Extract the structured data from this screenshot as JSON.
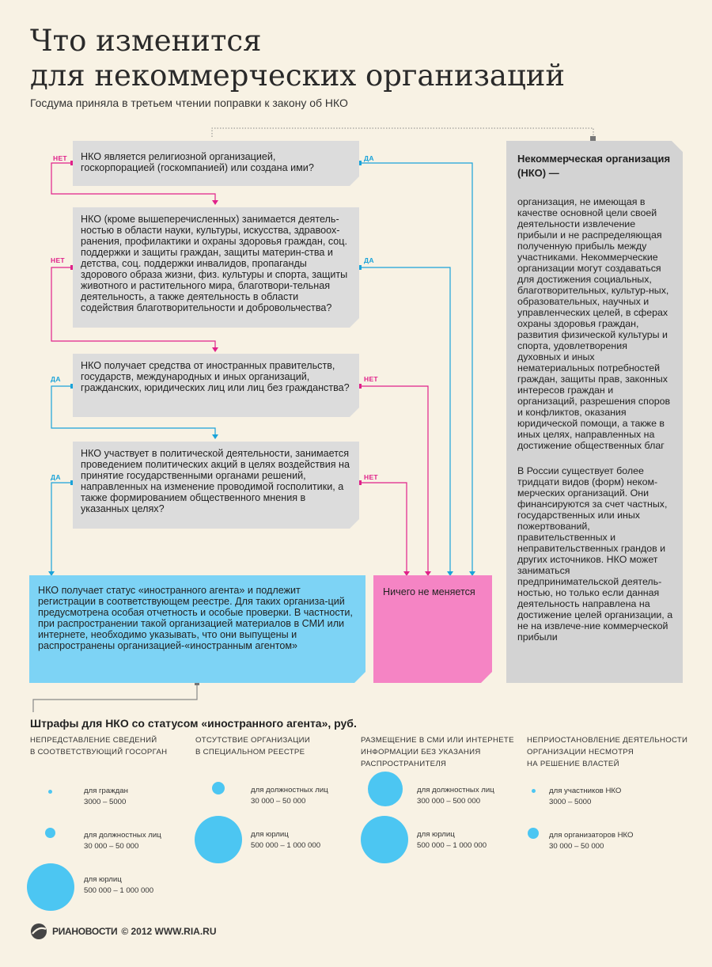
{
  "header": {
    "title_line1": "Что изменится",
    "title_line2": "для некоммерческих организаций",
    "subtitle": "Госдума приняла в третьем чтении поправки к закону об НКО"
  },
  "flow": {
    "questions": [
      {
        "text": "НКО является религиозной организацией, госкорпорацией (госкомпанией) или создана ими?",
        "left_label": "НЕТ",
        "right_label": "ДА"
      },
      {
        "text": "НКО (кроме вышеперечисленных) занимается деятель-ностью в области науки, культуры, искусства, здравоох-ранения, профилактики и охраны здоровья граждан, соц. поддержки и защиты граждан, защиты материн-ства и детства, соц. поддержки инвалидов, пропаганды здорового образа жизни, физ. культуры и спорта, защиты животного и растительного мира, благотвори-тельная деятельность, а также деятельность в области содействия благотворительности и добровольчества?",
        "left_label": "НЕТ",
        "right_label": "ДА"
      },
      {
        "text": "НКО получает средства от иностранных правительств, государств, международных и иных организаций, гражданских, юридических лиц или лиц без гражданства?",
        "left_label": "ДА",
        "right_label": "НЕТ"
      },
      {
        "text": "НКО участвует в политической деятельности, занимается проведением политических акций в целях воздействия на принятие государственными органами решений, направленных на изменение проводимой госполитики, а также формированием общественного мнения в указанных целях?",
        "left_label": "ДА",
        "right_label": "НЕТ"
      }
    ],
    "agent_result": "НКО получает статус  «иностранного агента» и подлежит регистрации в соответствующем реестре. Для таких организа-ций предусмотрена особая отчетность и особые проверки. В частности, при распространении такой организацией материалов в СМИ или интернете, необходимо указывать, что они выпущены и распространены организацией-«иностранным агентом»",
    "nothing_result": "Ничего не меняется"
  },
  "sidebar": {
    "heading": "Некоммерческая организация (НКО) —",
    "definition": "организация, не имеющая в качестве основной цели своей деятельности извлечение прибыли и не распределяющая полученную прибыль между участниками. Некоммерческие организации могут создаваться для достижения социальных, благотворительных, культур-ных, образовательных, научных и управленческих целей, в сферах охраны здоровья граждан, развития физической культуры и спорта, удовлетворения духовных и иных нематериальных потребностей граждан, защиты прав, законных интересов граждан и организаций, разрешения споров и конфликтов, оказания юридической помощи, а также в иных целях, направленных на достижение общественных благ",
    "forms": "В России существует более тридцати видов (форм) неком-мерческих организаций. Они финансируются за счет частных, государственных или иных пожертвований, правительственных и неправительственных грандов и других источников. НКО может заниматься предпринимательской деятель-ностью, но только если данная деятельность направлена на достижение целей организации, а не на извлече-ние коммерческой прибыли"
  },
  "fines": {
    "title": "Штрафы для НКО со статусом «иностранного агента», руб.",
    "columns": [
      {
        "header_lines": [
          "НЕПРЕДСТАВЛЕНИЕ СВЕДЕНИЙ",
          "В СООТВЕТСТВУЮЩИЙ ГОСОРГАН"
        ],
        "items": [
          {
            "who": "для граждан",
            "range": "3000 – 5000",
            "max": 5000
          },
          {
            "who": "для должностных лиц",
            "range": "30 000 – 50 000",
            "max": 50000
          },
          {
            "who": "для юрлиц",
            "range": "500 000 – 1 000 000",
            "max": 1000000
          }
        ]
      },
      {
        "header_lines": [
          "ОТСУТСТВИЕ ОРГАНИЗАЦИИ",
          "В СПЕЦИАЛЬНОМ РЕЕСТРЕ"
        ],
        "items": [
          {
            "who": "для должностных лиц",
            "range": "30 000 – 50 000",
            "max": 50000
          },
          {
            "who": "для юрлиц",
            "range": "500 000 – 1 000 000",
            "max": 1000000
          }
        ]
      },
      {
        "header_lines": [
          "РАЗМЕЩЕНИЕ В СМИ ИЛИ ИНТЕРНЕТЕ",
          "ИНФОРМАЦИИ БЕЗ УКАЗАНИЯ",
          "РАСПРОСТРАНИТЕЛЯ"
        ],
        "items": [
          {
            "who": "для должностных лиц",
            "range": "300 000 – 500 000",
            "max": 500000
          },
          {
            "who": "для юрлиц",
            "range": "500 000 – 1 000 000",
            "max": 1000000
          }
        ]
      },
      {
        "header_lines": [
          "НЕПРИОСТАНОВЛЕНИЕ ДЕЯТЕЛЬНОСТИ",
          "ОРГАНИЗАЦИИ НЕСМОТРЯ",
          "НА РЕШЕНИЕ ВЛАСТЕЙ"
        ],
        "items": [
          {
            "who": "для участников НКО",
            "range": "3000 – 5000",
            "max": 5000
          },
          {
            "who": "для организаторов НКО",
            "range": "30 000 – 50 000",
            "max": 50000
          }
        ]
      }
    ]
  },
  "footer": {
    "logo": "РИАНОВОСТИ",
    "copyright": "© 2012 WWW.RIA.RU"
  },
  "colors": {
    "pink": "#e0218a",
    "cyan": "#1aa3d9",
    "circle": "#4cc6f2",
    "agent": "#7dd3f5",
    "nothing": "#f584c4"
  }
}
